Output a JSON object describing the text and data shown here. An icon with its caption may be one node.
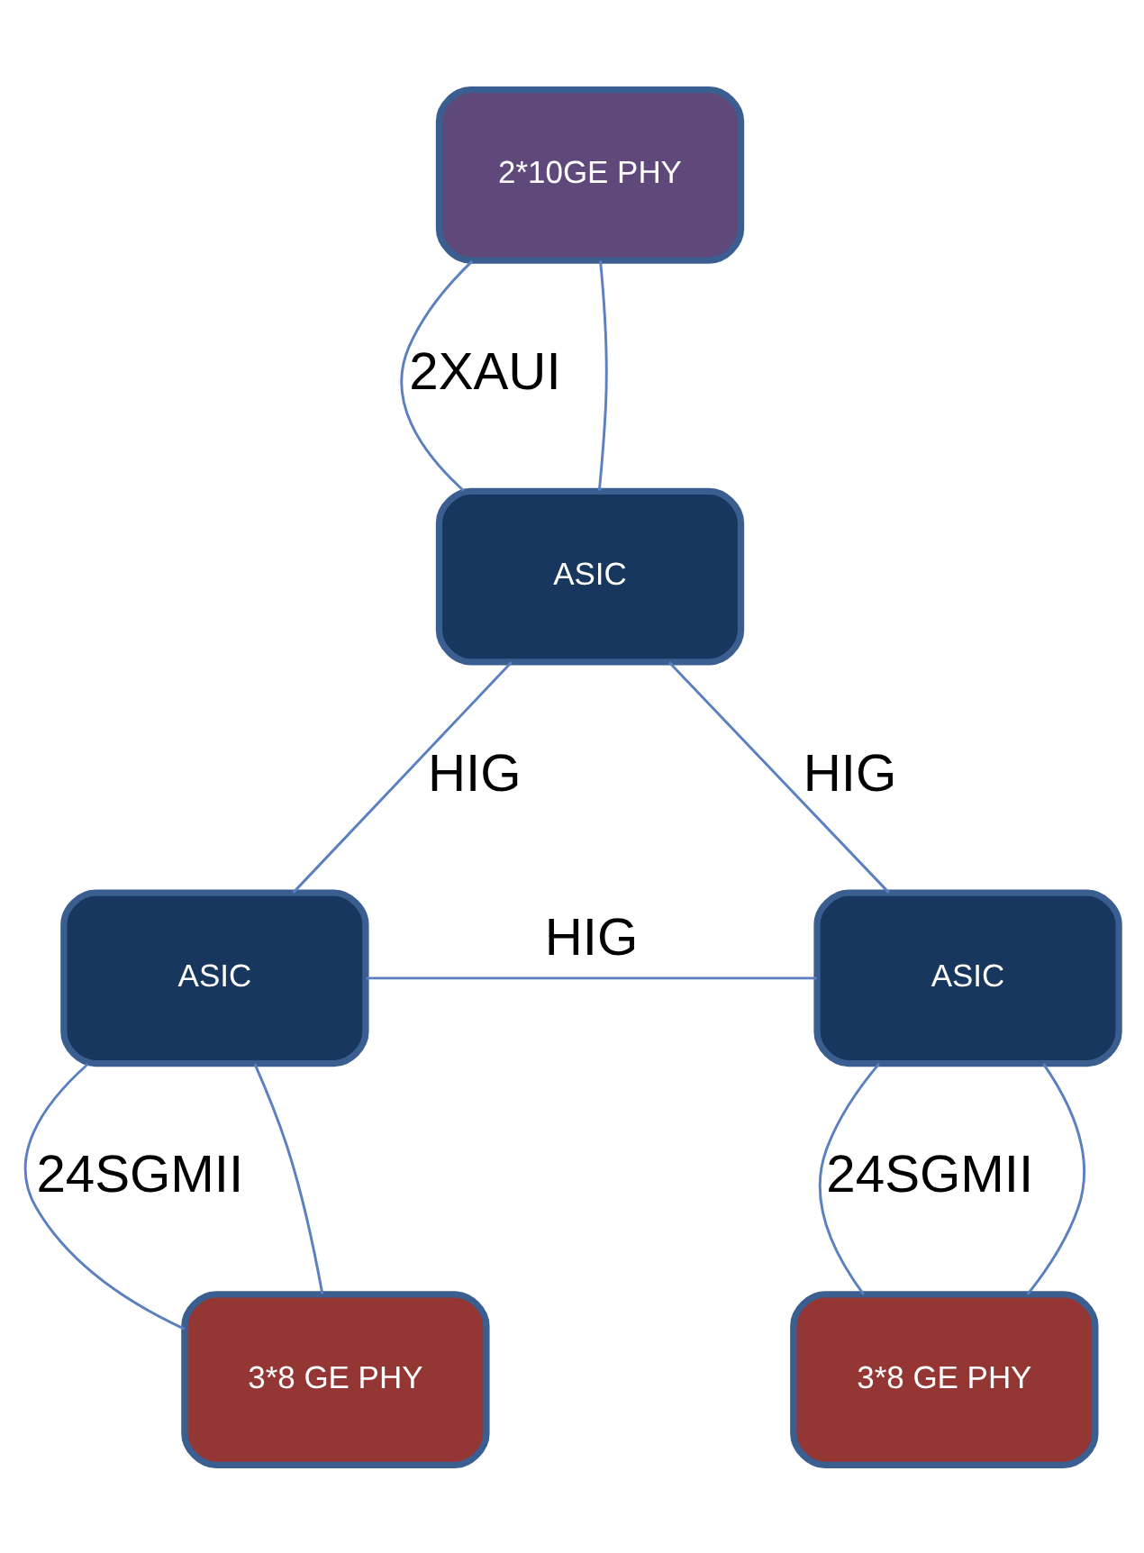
{
  "diagram": {
    "nodes": [
      {
        "text": [
          "2*10GE PHY"
        ]
      },
      {
        "text": [
          "ASIC"
        ]
      },
      {
        "text": [
          "ASIC"
        ]
      },
      {
        "text": [
          "ASIC"
        ]
      },
      {
        "text": [
          "3*8 GE PHY"
        ]
      },
      {
        "text": [
          "3*8 GE PHY"
        ]
      }
    ],
    "edges": [
      {
        "from": 0,
        "to": 1,
        "arrow": "none",
        "label": "2XAUI"
      },
      {
        "from": 0,
        "to": 1,
        "arrow": "none"
      },
      {
        "from": 1,
        "to": 2,
        "arrow": "none",
        "label": "HIG"
      },
      {
        "from": 1,
        "to": 3,
        "arrow": "none",
        "label": "HIG"
      },
      {
        "from": 2,
        "to": 3,
        "arrow": "none",
        "label": "HIG"
      },
      {
        "from": 2,
        "to": 4,
        "arrow": "none",
        "label": "24SGMII"
      },
      {
        "from": 2,
        "to": 4,
        "arrow": "none"
      },
      {
        "from": 3,
        "to": 5,
        "arrow": "none",
        "label": "24SGMII"
      },
      {
        "from": 3,
        "to": 5,
        "arrow": "none"
      }
    ]
  }
}
